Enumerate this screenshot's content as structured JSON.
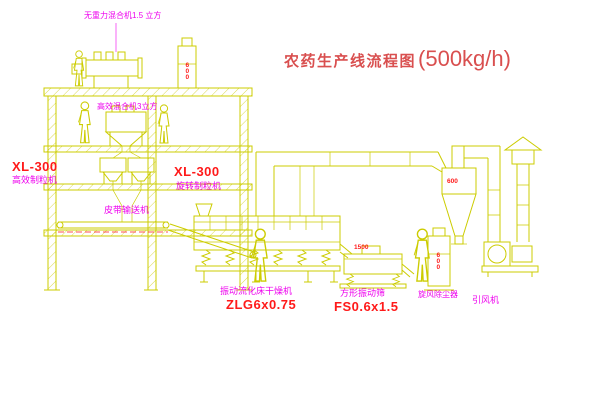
{
  "title": {
    "text": "农药生产线流程图",
    "capacity": "(500kg/h)"
  },
  "labels": {
    "gravity_mixer": "无重力混合机1.5 立方",
    "high_eff_mixer": "高效混合机3立方",
    "granulator_left_model": "XL-300",
    "granulator_left_name": "高效制粒机",
    "granulator_right_model": "XL-300",
    "granulator_right_name": "旋转制粒机",
    "belt_conveyor": "皮带输送机",
    "dryer_name": "振动流化床干燥机",
    "dryer_model": "ZLG6x0.75",
    "screen_name": "方形振动筛",
    "screen_model": "FS0.6x1.5",
    "cyclone_name": "旋风除尘器",
    "fan_name": "引风机"
  },
  "annotations": {
    "elevator_top": "600",
    "elevator_right": "600",
    "cyclone_dim": "600",
    "screen_dim": "1500"
  },
  "colors": {
    "line": "#cccc00",
    "red": "#ff1a1a",
    "magenta": "#ee00ee",
    "title_red": "#d94f4f"
  }
}
